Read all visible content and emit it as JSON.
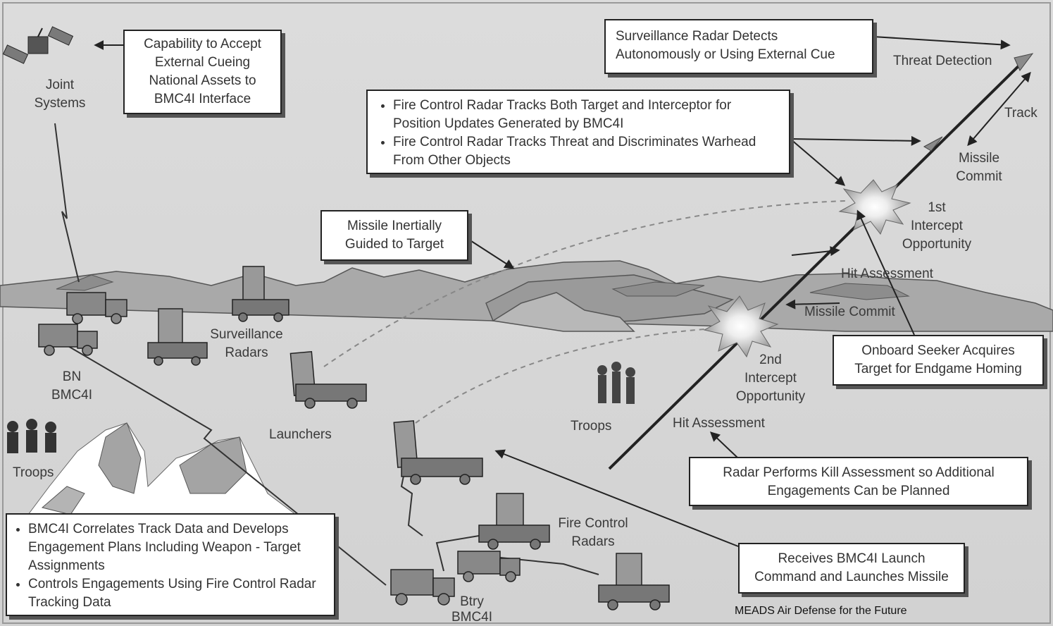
{
  "title": "MEADS Air Defense for the Future",
  "boxes": {
    "cueing": [
      "Capability to Accept",
      "External Cueing",
      "National Assets to",
      "BMC4I Interface"
    ],
    "surveillance_radar": [
      "Surveillance Radar Detects",
      "Autonomously or Using External Cue"
    ],
    "fire_control_bullets": [
      "Fire Control Radar Tracks Both Target and Interceptor for Position Updates Generated by BMC4I",
      "Fire Control Radar Tracks Threat and Discriminates Warhead From Other Objects"
    ],
    "missile_guided": [
      "Missile Inertially",
      "Guided to Target"
    ],
    "onboard_seeker": [
      "Onboard Seeker Acquires",
      "Target for Endgame Homing"
    ],
    "kill_assessment": [
      "Radar Performs Kill Assessment so Additional",
      "Engagements Can be Planned"
    ],
    "bmc4i_bullets": [
      "BMC4I Correlates Track Data and Develops Engagement Plans Including Weapon - Target Assignments",
      "Controls Engagements Using Fire Control Radar Tracking Data"
    ],
    "launch_command": [
      "Receives BMC4I Launch",
      "Command and Launches Missile"
    ]
  },
  "labels": {
    "joint_systems": [
      "Joint",
      "Systems"
    ],
    "threat_detection": "Threat Detection",
    "track": "Track",
    "missile_commit_upper": [
      "Missile",
      "Commit"
    ],
    "first_intercept": [
      "1st",
      "Intercept",
      "Opportunity"
    ],
    "hit_assessment_upper": "Hit Assessment",
    "missile_commit_lower": "Missile Commit",
    "second_intercept": [
      "2nd",
      "Intercept",
      "Opportunity"
    ],
    "hit_assessment_lower": "Hit Assessment",
    "surveillance_radars": [
      "Surveillance",
      "Radars"
    ],
    "bn_bmc4i": [
      "BN",
      "BMC4I"
    ],
    "launchers": "Launchers",
    "troops_left": "Troops",
    "troops_center": "Troops",
    "fire_control_radars": [
      "Fire Control",
      "Radars"
    ],
    "btry_bmc4i": [
      "Btry",
      "BMC4I"
    ]
  },
  "icons": [
    "satellite-icon",
    "radar-vehicle-icon",
    "launcher-vehicle-icon",
    "command-truck-icon",
    "troops-icon",
    "explosion-icon",
    "threat-missile-icon"
  ]
}
